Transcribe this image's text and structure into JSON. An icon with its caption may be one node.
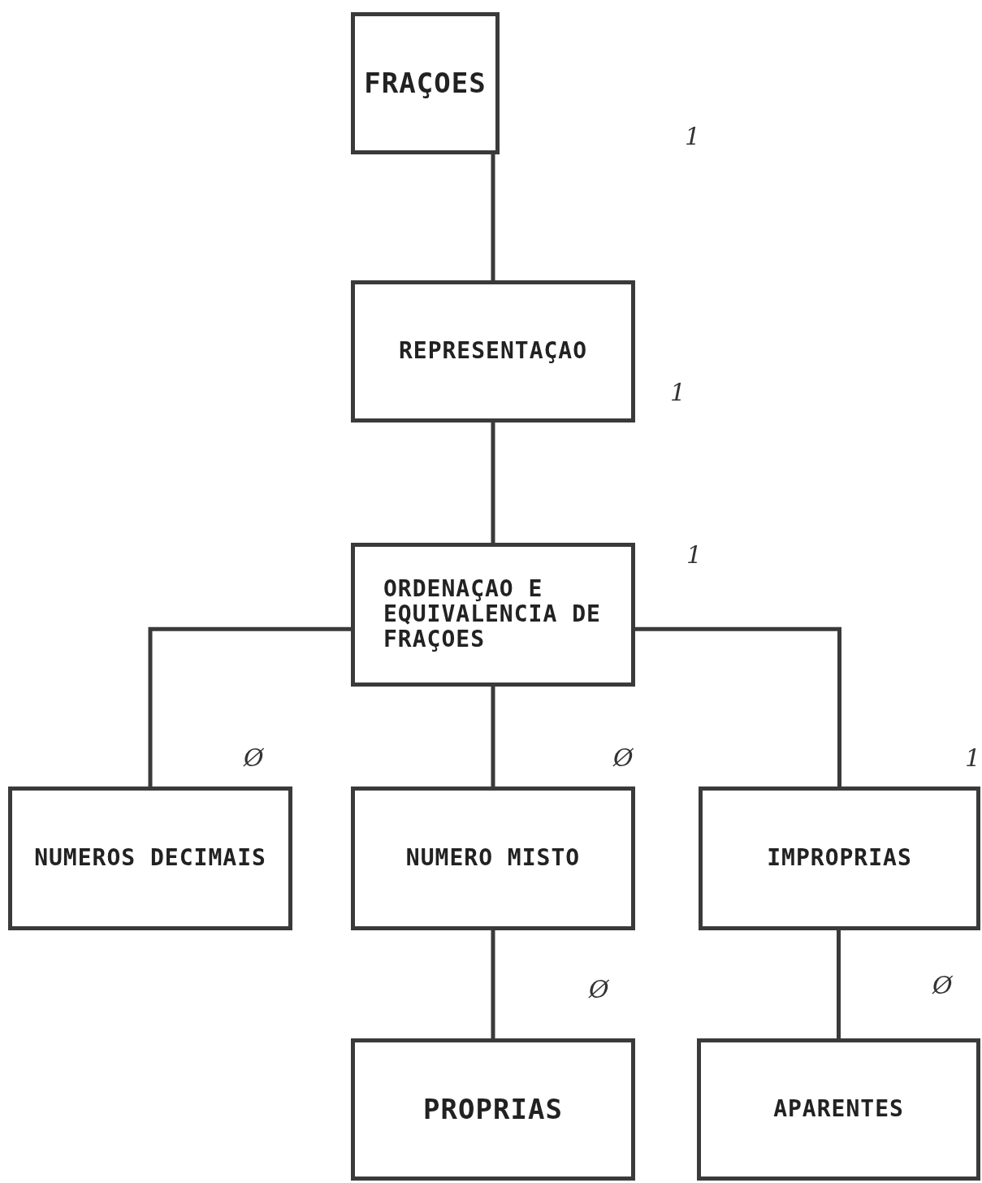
{
  "diagram": {
    "nodes": [
      {
        "text": [
          "FRAÇOES"
        ]
      },
      {
        "text": [
          "REPRESENTAÇAO"
        ]
      },
      {
        "text": [
          "ORDENAÇAO E EQUIVALENCIA DE FRAÇOES"
        ]
      },
      {
        "text": [
          "NUMEROS DECIMAIS"
        ]
      },
      {
        "text": [
          "NUMERO MISTO"
        ]
      },
      {
        "text": [
          "IMPROPRIAS"
        ]
      },
      {
        "text": [
          "PROPRIAS"
        ]
      },
      {
        "text": [
          "APARENTES"
        ]
      }
    ],
    "edges": [
      {
        "from": 0,
        "to": 1,
        "arrow": "none"
      },
      {
        "from": 1,
        "to": 2,
        "arrow": "none"
      },
      {
        "from": 2,
        "to": 3,
        "arrow": "none"
      },
      {
        "from": 2,
        "to": 4,
        "arrow": "none"
      },
      {
        "from": 2,
        "to": 5,
        "arrow": "none"
      },
      {
        "from": 4,
        "to": 6,
        "arrow": "none"
      },
      {
        "from": 5,
        "to": 7,
        "arrow": "none"
      }
    ],
    "labels": [
      "1",
      "1",
      "1",
      "Ø",
      "Ø",
      "1",
      "Ø",
      "Ø"
    ]
  }
}
